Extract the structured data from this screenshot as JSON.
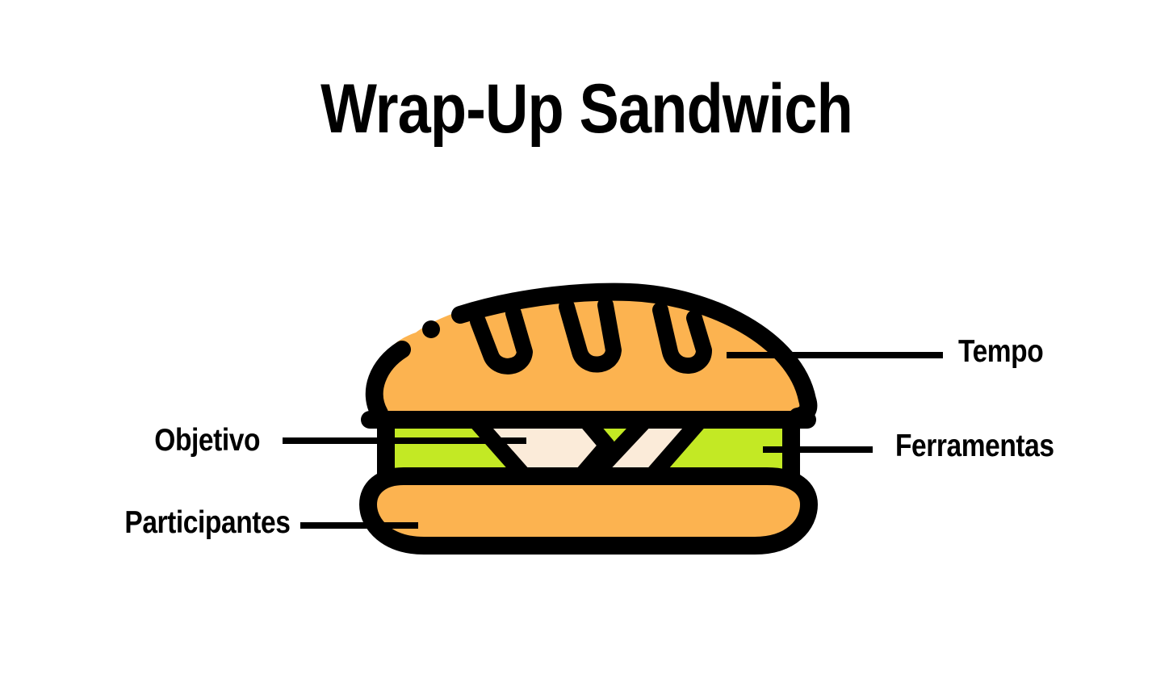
{
  "title": "Wrap-Up Sandwich",
  "labels": {
    "objetivo": "Objetivo",
    "participantes": "Participantes",
    "tempo": "Tempo",
    "ferramentas": "Ferramentas"
  },
  "colors": {
    "bun": "#FCB350",
    "lettuce": "#C3E924",
    "cheese": "#FBEBD9",
    "outline": "#000000"
  },
  "icon": "sandwich-icon"
}
